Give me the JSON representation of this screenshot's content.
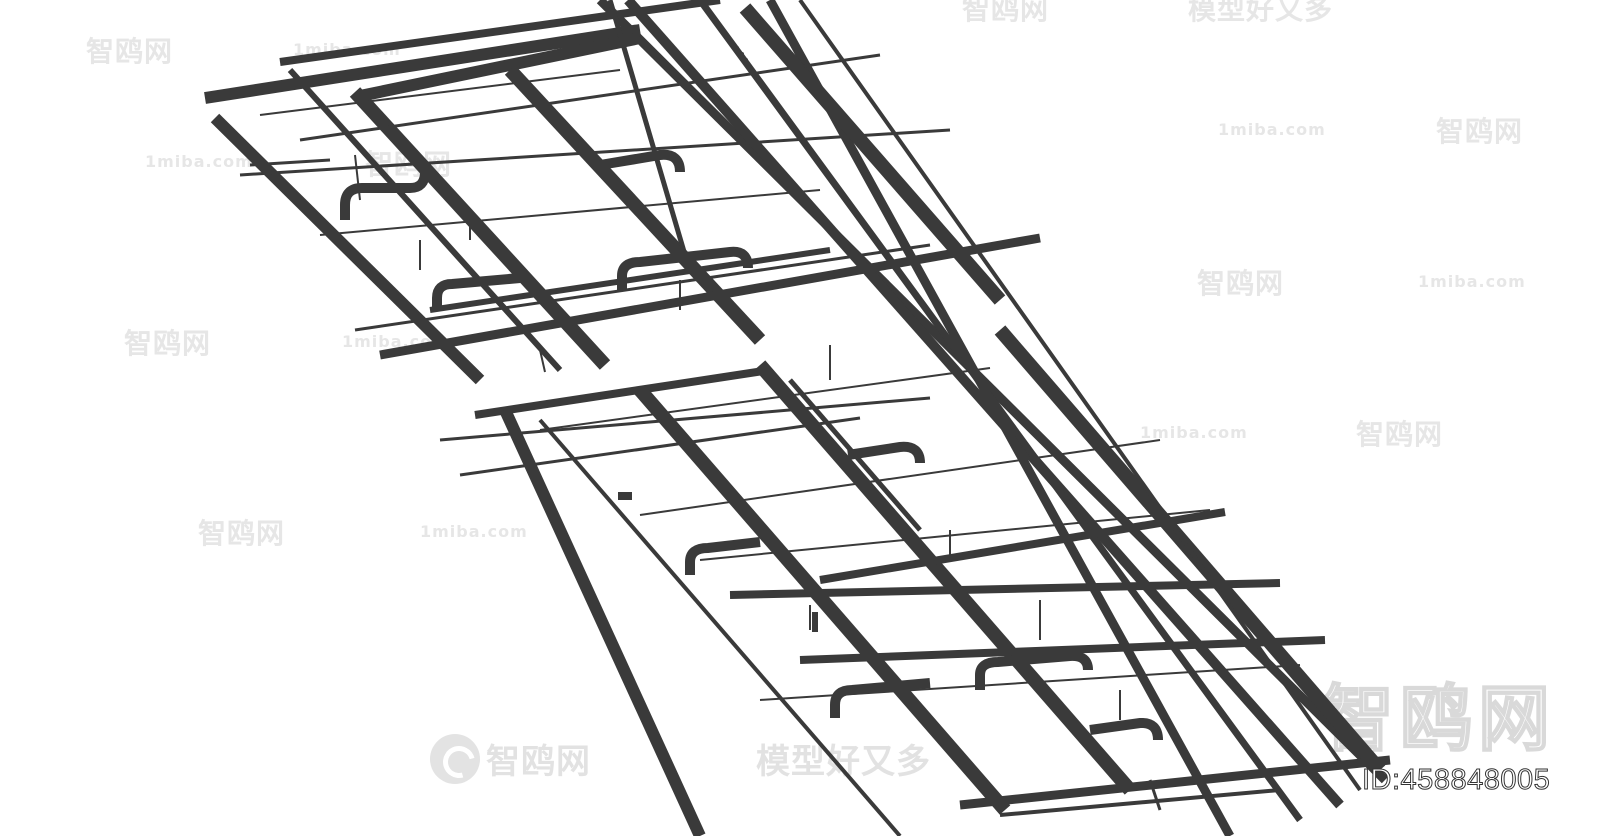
{
  "watermarks": {
    "brand": "智鸥网",
    "domain": "1miba.com",
    "slogan": "模型好又多",
    "dash": "------",
    "id_text": "ID:458848005"
  },
  "colors": {
    "structure": "#3a3a3a",
    "background": "#ffffff",
    "watermark": "#e6e6e6"
  }
}
